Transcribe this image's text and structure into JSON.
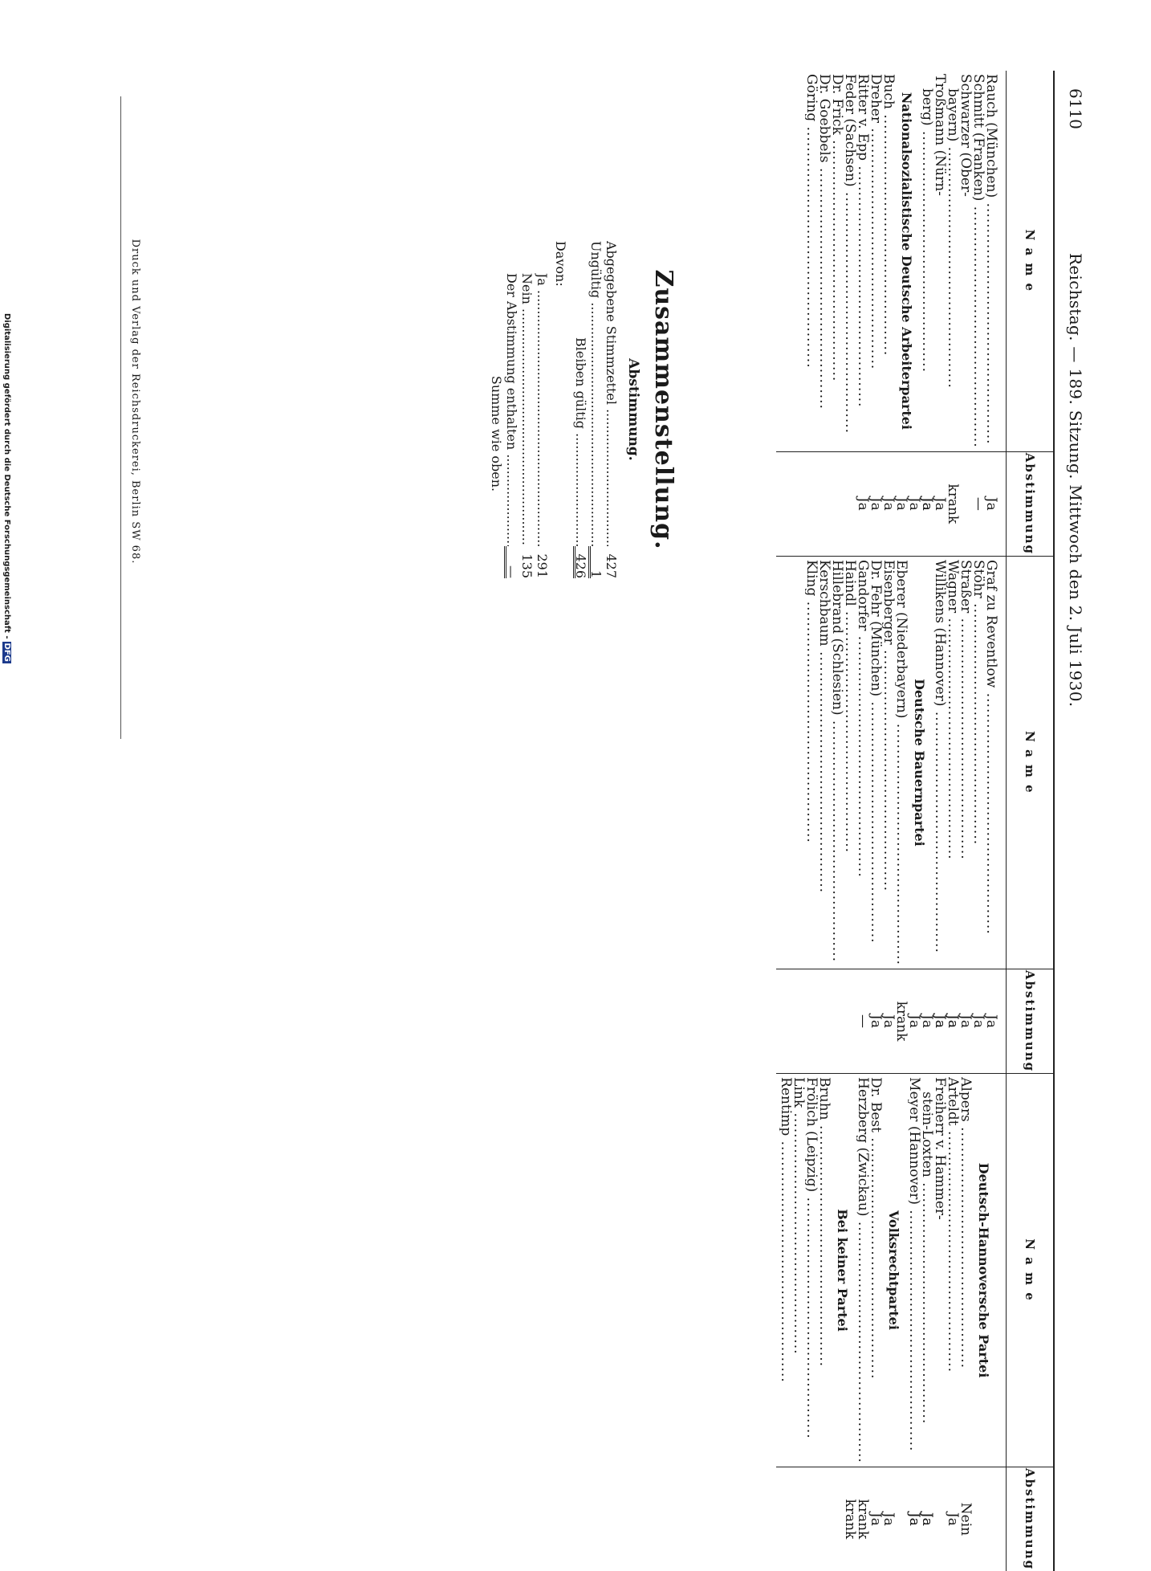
{
  "header": {
    "page_number": "6110",
    "title": "Reichstag. — 189. Sitzung. Mittwoch den 2. Juli 1930."
  },
  "table": {
    "col_name": "N a m e",
    "col_vote": "Abstimmung",
    "col1": {
      "rows": [
        {
          "name": "Rauch (München)",
          "vote": "Ja"
        },
        {
          "name": "Schmitt (Franken)",
          "vote": "—"
        },
        {
          "name": "Schwarzer (Ober-",
          "vote": "",
          "cont": true
        },
        {
          "name": "bayern)",
          "vote": "krank",
          "indent": true
        },
        {
          "name": "Troßmann (Nürn-",
          "vote": "",
          "cont": true
        },
        {
          "name": "berg)",
          "vote": "Ja",
          "indent": true
        }
      ],
      "party": "Nationalsozialistische Deutsche Arbeiterpartei",
      "rows2": [
        {
          "name": "Buch",
          "vote": "Ja"
        },
        {
          "name": "Dreher",
          "vote": "Ja"
        },
        {
          "name": "Ritter v. Epp",
          "vote": "Ja"
        },
        {
          "name": "Feder (Sachsen)",
          "vote": "Ja"
        },
        {
          "name": "Dr. Frick",
          "vote": "Ja"
        },
        {
          "name": "Dr. Goebbels",
          "vote": "Ja"
        },
        {
          "name": "Göring",
          "vote": "Ja"
        }
      ]
    },
    "col2": {
      "rows": [
        {
          "name": "Graf zu Reventlow",
          "vote": "Ja"
        },
        {
          "name": "Stöhr",
          "vote": "Ja"
        },
        {
          "name": "Straßer",
          "vote": "Ja"
        },
        {
          "name": "Wagner",
          "vote": "Ja"
        },
        {
          "name": "Willikens (Hannover)",
          "vote": "Ja"
        }
      ],
      "party": "Deutsche Bauernpartei",
      "rows2": [
        {
          "name": "Eberer (Niederbayern)",
          "vote": "Ja"
        },
        {
          "name": "Eisenberger",
          "vote": "Ja"
        },
        {
          "name": "Dr. Fehr (München)",
          "vote": "Ja"
        },
        {
          "name": "Gandorfer",
          "vote": "Ja"
        },
        {
          "name": "Haindl",
          "vote": "krank"
        },
        {
          "name": "Hillebrand (Schlesien)",
          "vote": "Ja"
        },
        {
          "name": "Kerschbaum",
          "vote": "Ja"
        },
        {
          "name": "Kling",
          "vote": "—"
        }
      ]
    },
    "col3": {
      "party_a": "Deutsch-Hannoversche Partei",
      "rows_a": [
        {
          "name": "Alpers",
          "vote": "Nein"
        },
        {
          "name": "Arteldt",
          "vote": "Ja"
        },
        {
          "name": "Freiherr v. Hammer-",
          "vote": "",
          "cont": true
        },
        {
          "name": "stein-Loxten",
          "vote": "Ja",
          "indent": true
        },
        {
          "name": "Meyer (Hannover)",
          "vote": "Ja"
        }
      ],
      "party_b": "Volksrechtpartei",
      "rows_b": [
        {
          "name": "Dr. Best",
          "vote": "Ja"
        },
        {
          "name": "Herzberg (Zwickau)",
          "vote": "Ja"
        }
      ],
      "party_c": "Bei keiner Partei",
      "rows_c": [
        {
          "name": "Bruhn",
          "vote": "Ja"
        },
        {
          "name": "Frölich (Leipzig)",
          "vote": "Ja"
        },
        {
          "name": "Link",
          "vote": "krank"
        },
        {
          "name": "Rentimp",
          "vote": "krank"
        }
      ]
    }
  },
  "summary": {
    "title": "Zusammenstellung.",
    "subtitle": "Abstimmung.",
    "abgegeben_label": "Abgegebene Stimmzettel",
    "abgegeben_value": "427",
    "ungueltig_label": "Ungültig",
    "ungueltig_value": "1",
    "gueltig_label": "Bleiben gültig",
    "gueltig_value": "426",
    "davon_label": "Davon:",
    "ja_label": "Ja",
    "ja_value": "291",
    "nein_label": "Nein",
    "nein_value": "135",
    "enthalten_label": "Der Abstimmung enthalten",
    "enthalten_value": "—",
    "summe_label": "Summe wie oben."
  },
  "footer": {
    "printer": "Druck und Verlag der Reichsdruckerei, Berlin SW 68.",
    "funding": "Digitalisierung gefördert durch die Deutsche Forschungsgemeinschaft -",
    "logo": "DFG"
  }
}
